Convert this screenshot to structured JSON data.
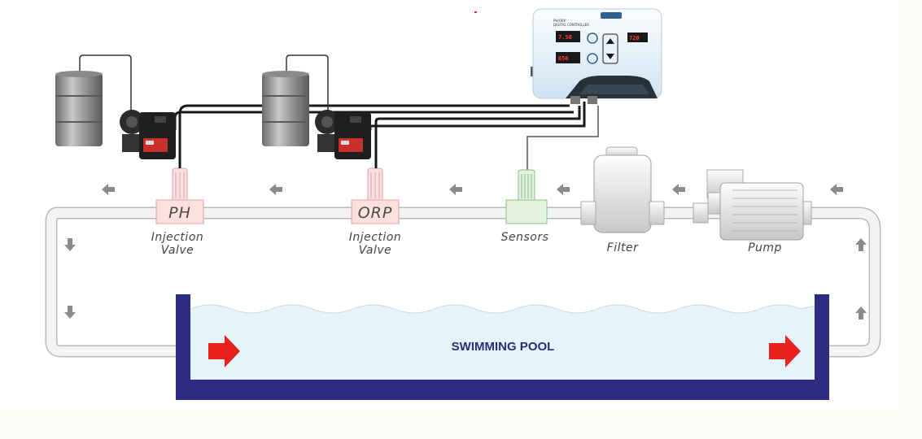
{
  "labels": {
    "ph_valve": "PH",
    "orp_valve": "ORP",
    "injection_line1": "Injection",
    "injection_line2": "Valve",
    "sensors": "Sensors",
    "filter": "Filter",
    "pump": "Pump",
    "pool": "SWIMMING POOL"
  },
  "controller": {
    "title_line1": "PH/ORP",
    "title_line2": "DIGITAL CONTROLLER",
    "display_ph": "7.50",
    "display_orp": "650",
    "display_right": "720"
  },
  "colors": {
    "pipe": "#f3f3f3",
    "pipe_outline": "#b9b9b9",
    "water": "#e6f3fb",
    "pool_wall": "#2e2b82",
    "flow_arrow": "#8a8a8a",
    "inlet_arrow": "#e8221c",
    "valve_fill": "#fbe0df",
    "sensor_fill": "#e3f3dd"
  }
}
